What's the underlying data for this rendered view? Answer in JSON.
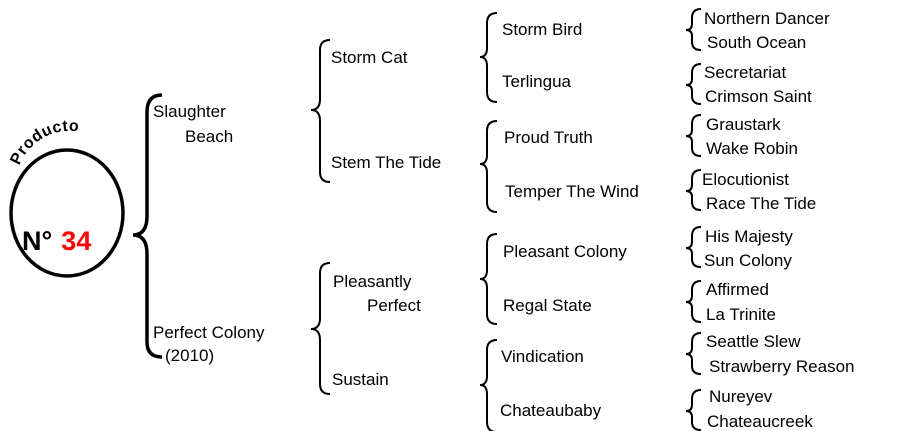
{
  "badge": {
    "arc_text": "Producto",
    "number_prefix": "N°",
    "number": "34",
    "number_color": "#ff0000"
  },
  "pedigree": {
    "sire": {
      "line1": "Slaughter",
      "line2": "Beach",
      "sire": {
        "name": "Storm Cat",
        "sire": {
          "name": "Storm Bird",
          "sire": "Northern Dancer",
          "dam": "South Ocean"
        },
        "dam": {
          "name": "Terlingua",
          "sire": "Secretariat",
          "dam": "Crimson Saint"
        }
      },
      "dam": {
        "name": "Stem The Tide",
        "sire": {
          "name": "Proud Truth",
          "sire": "Graustark",
          "dam": "Wake Robin"
        },
        "dam": {
          "name": "Temper The Wind",
          "sire": "Elocutionist",
          "dam": "Race The Tide"
        }
      }
    },
    "dam": {
      "line1": "Perfect Colony",
      "line2": "(2010)",
      "sire": {
        "line1": "Pleasantly",
        "line2": "Perfect",
        "sire": {
          "name": "Pleasant Colony",
          "sire": "His Majesty",
          "dam": "Sun Colony"
        },
        "dam": {
          "name": "Regal State",
          "sire": "Affirmed",
          "dam": "La Trinite"
        }
      },
      "dam": {
        "name": "Sustain",
        "sire": {
          "name": "Vindication",
          "sire": "Seattle Slew",
          "dam": "Strawberry Reason"
        },
        "dam": {
          "name": "Chateaubaby",
          "sire": "Nureyev",
          "dam": "Chateaucreek"
        }
      }
    }
  }
}
